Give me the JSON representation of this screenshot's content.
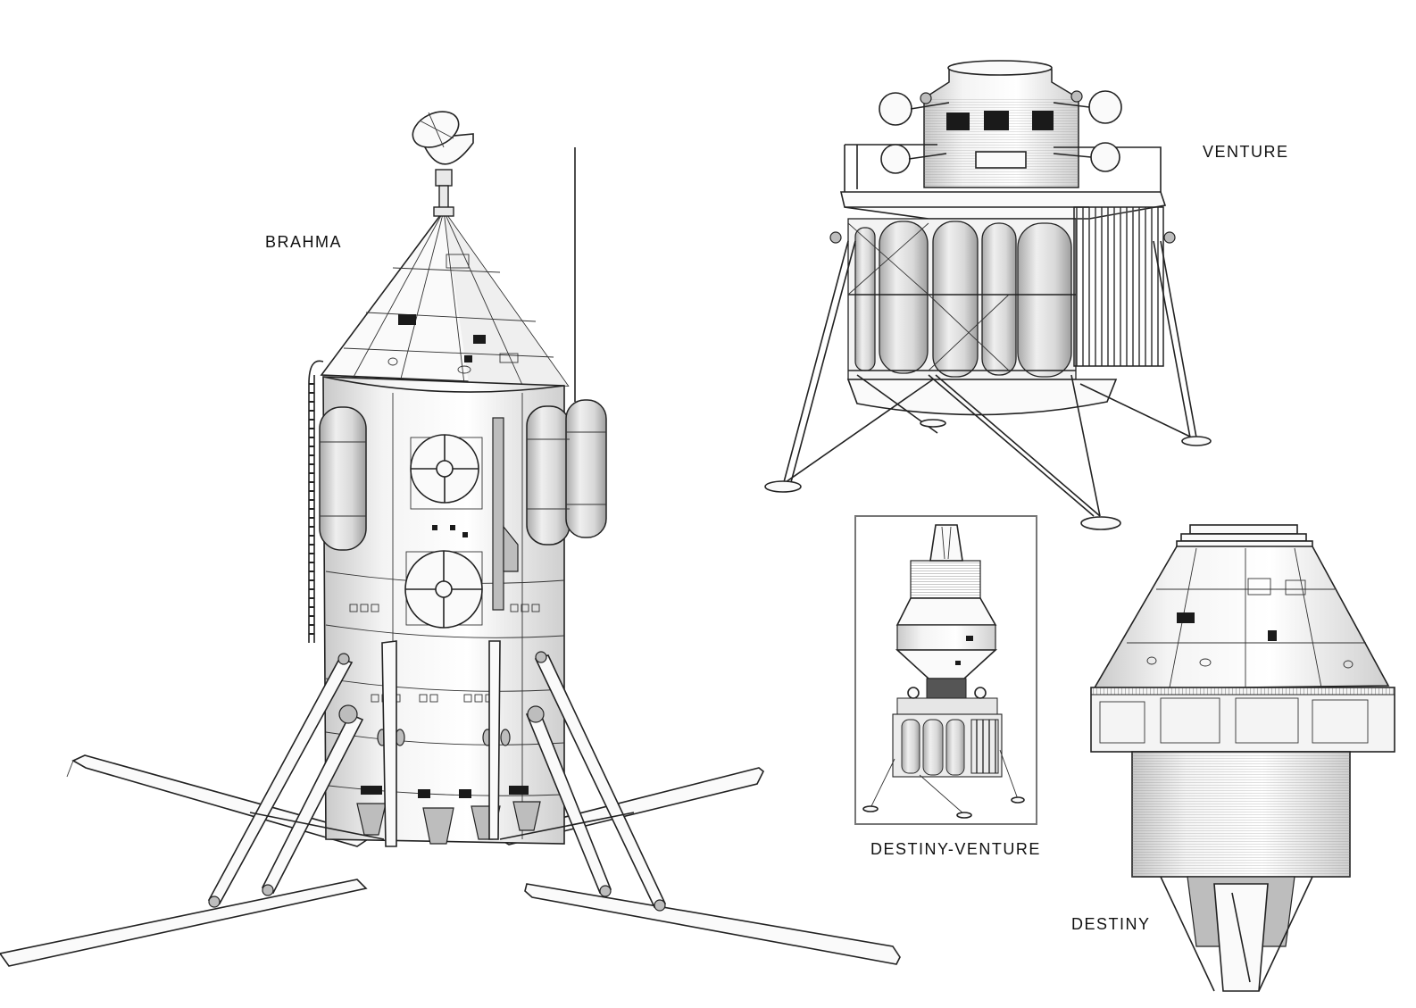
{
  "labels": {
    "brahma": "BRAHMA",
    "venture": "VENTURE",
    "destiny_venture": "DESTINY-VENTURE",
    "destiny": "DESTINY"
  }
}
